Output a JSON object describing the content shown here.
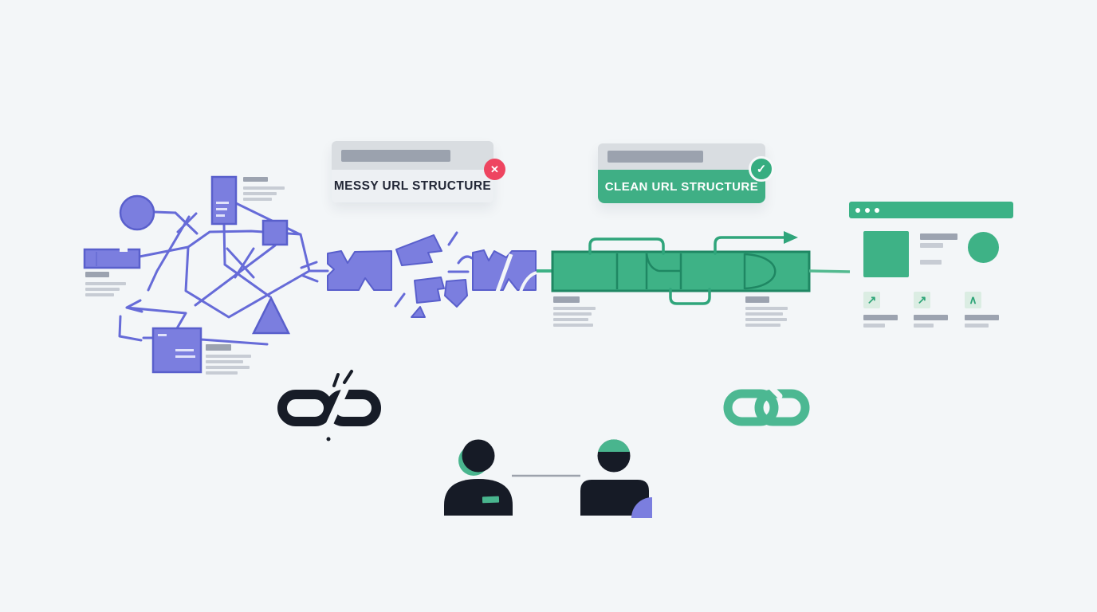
{
  "labels": {
    "messy": "MESSY URL STRUCTURE",
    "clean": "CLEAN URL STRUCTURE"
  },
  "badges": {
    "messy": "✕",
    "clean": "✓"
  },
  "browser": {
    "tiles": [
      {
        "glyph": "↗"
      },
      {
        "glyph": "↗"
      },
      {
        "glyph": "∧"
      }
    ],
    "dot_count": 3
  },
  "icons": {
    "messy_status": "x-circle-icon",
    "clean_status": "check-circle-icon",
    "broken_link": "broken-link-icon",
    "link": "link-icon",
    "tile_0": "arrow-up-right-icon",
    "tile_1": "arrow-up-right-icon",
    "tile_2": "chevron-up-icon",
    "flow_arrow": "arrow-right-icon"
  },
  "colors": {
    "background": "#F3F6F8",
    "purple": "#7B7EDF",
    "purple_dark": "#595FCC",
    "green": "#3EB286",
    "green_dark": "#1F8763",
    "green_icon": "#4CB892",
    "ink": "#171C27",
    "red": "#EE4560",
    "bar_dark": "#9CA3B0",
    "bar_light": "#C7CCD4",
    "card_top": "#D9DDE1",
    "card_body": "#EDF0F3",
    "pill": "#9BA2AE"
  }
}
